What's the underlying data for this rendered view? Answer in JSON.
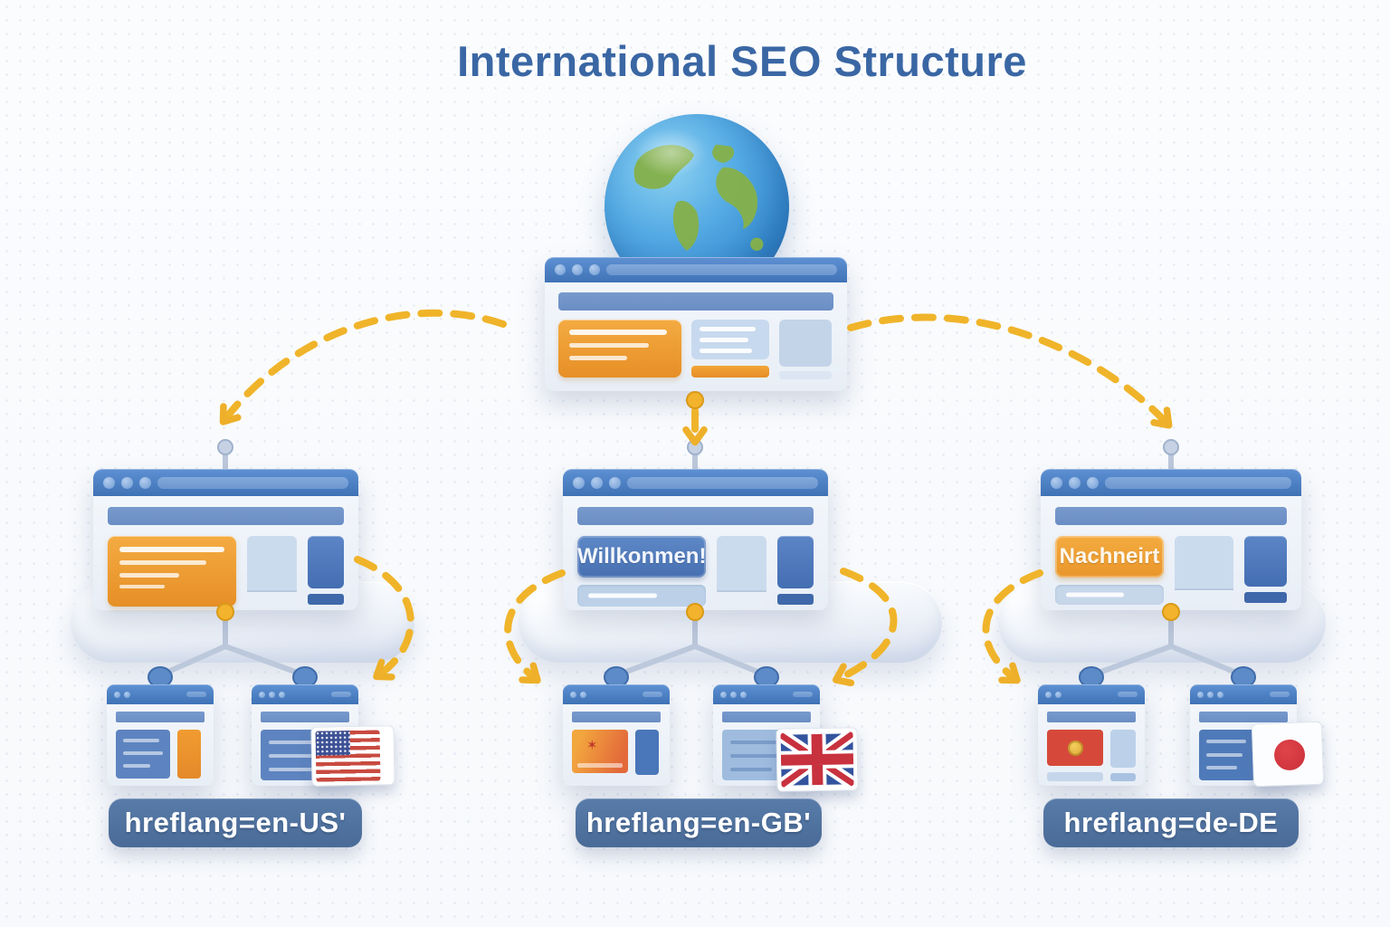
{
  "title": "International SEO Structure",
  "root_site": {
    "name": "global-homepage",
    "icon": "globe-icon"
  },
  "groups": [
    {
      "id": "en-us",
      "hreflang_label": "hreflang=en-US'",
      "flag_icon": "us-flag-icon",
      "hero_text": ""
    },
    {
      "id": "en-gb",
      "hreflang_label": "hreflang=en-GB'",
      "flag_icon": "uk-flag-icon",
      "hero_text": "Willkonmen!"
    },
    {
      "id": "de-de",
      "hreflang_label": "hreflang=de-DE",
      "flag_icon": "jp-flag-icon",
      "hero_text": "Nachneirt"
    }
  ],
  "colors": {
    "title_blue": "#3a67a4",
    "chrome_blue": "#4a7cc0",
    "nav_blue": "#6e92c7",
    "card_orange": "#eea033",
    "dark_card_blue": "#4a74b8",
    "light_card_blue": "#cbdbee",
    "arrow_yellow": "#f0b42a",
    "label_pill_blue": "#50739f"
  },
  "icons": [
    "globe-icon",
    "dashed-arrow-icon",
    "us-flag-icon",
    "uk-flag-icon",
    "jp-flag-icon",
    "red-emblem-flag-icon",
    "orange-flag-card-icon",
    "connector-pin-icon"
  ]
}
